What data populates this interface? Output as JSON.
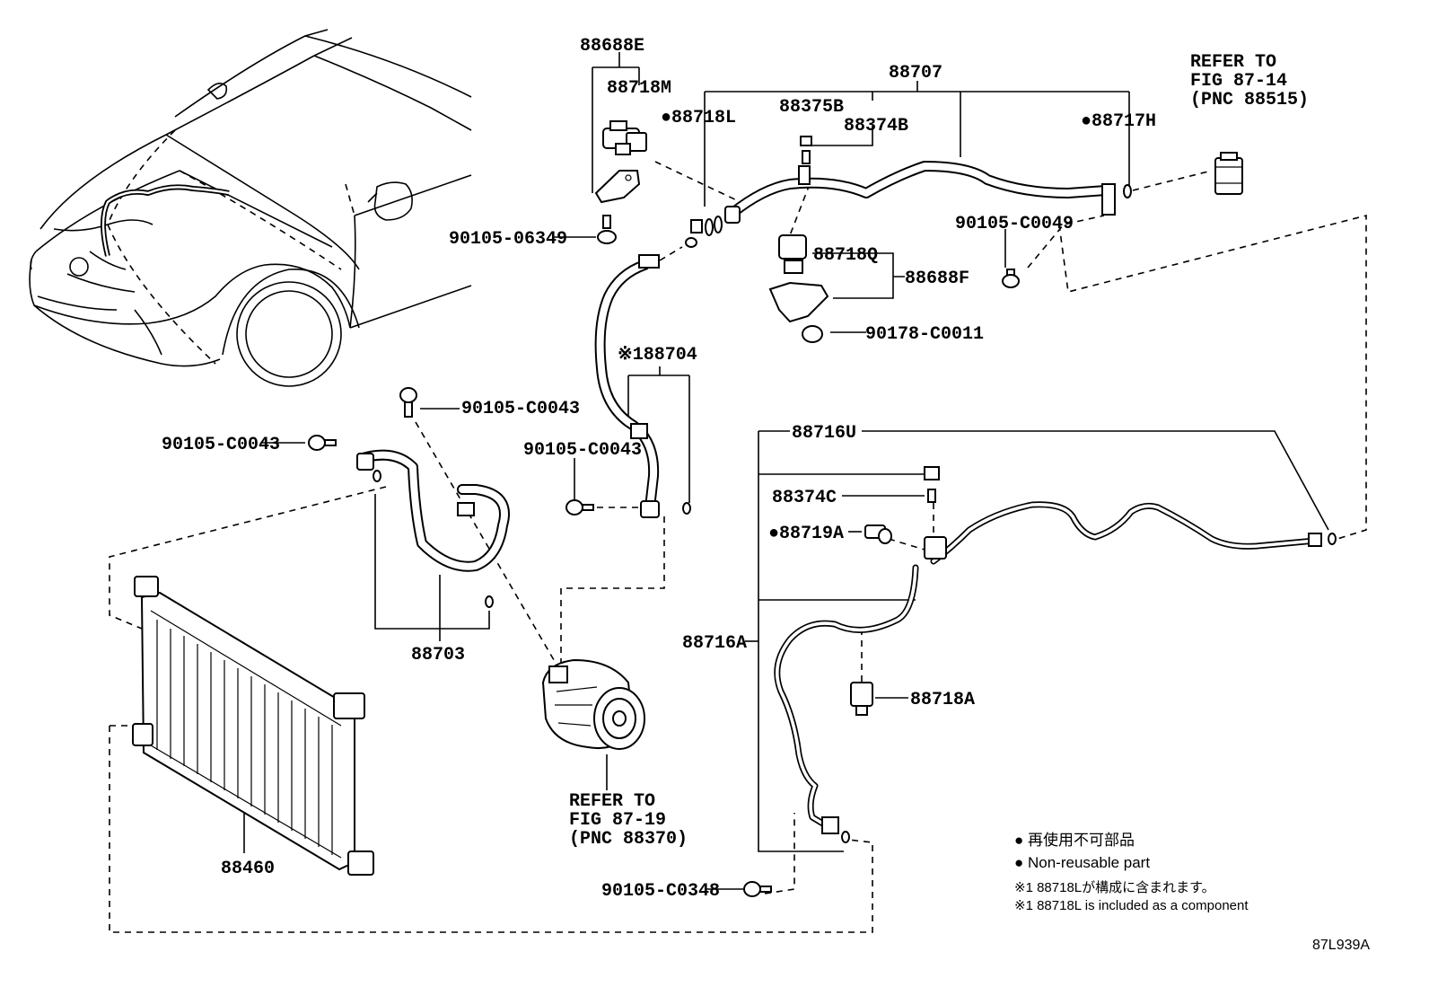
{
  "diagram": {
    "part_labels": {
      "p88688E": "88688E",
      "p88718M": "88718M",
      "p88718L": "●88718L",
      "p88375B": "88375B",
      "p88374B": "88374B",
      "p88707": "88707",
      "p88717H": "●88717H",
      "p90105_06349": "90105-06349",
      "p88718Q": "88718Q",
      "p88688F": "88688F",
      "p90178_C0011": "90178-C0011",
      "p90105_C0049": "90105-C0049",
      "p88704": "※188704",
      "p90105_C0043_a": "90105-C0043",
      "p90105_C0043_b": "90105-C0043",
      "p90105_C0043_c": "90105-C0043",
      "p88703": "88703",
      "p88460": "88460",
      "p88716U": "88716U",
      "p88374C": "88374C",
      "p88719A": "●88719A",
      "p88716A": "88716A",
      "p88718A": "88718A",
      "p90105_C0348": "90105-C0348"
    },
    "refer_tank": {
      "line1": "REFER TO",
      "line2": "FIG 87-14",
      "line3": "(PNC 88515)"
    },
    "refer_compressor": {
      "line1": "REFER TO",
      "line2": "FIG 87-19",
      "line3": "(PNC 88370)"
    },
    "legend": {
      "jp_nonreusable": "● 再使用不可部品",
      "en_nonreusable": "● Non-reusable part",
      "jp_component": "※1 88718Lが構成に含まれます。",
      "en_component": "※1 88718L  is included as a component"
    },
    "figure_code": "87L939A"
  }
}
